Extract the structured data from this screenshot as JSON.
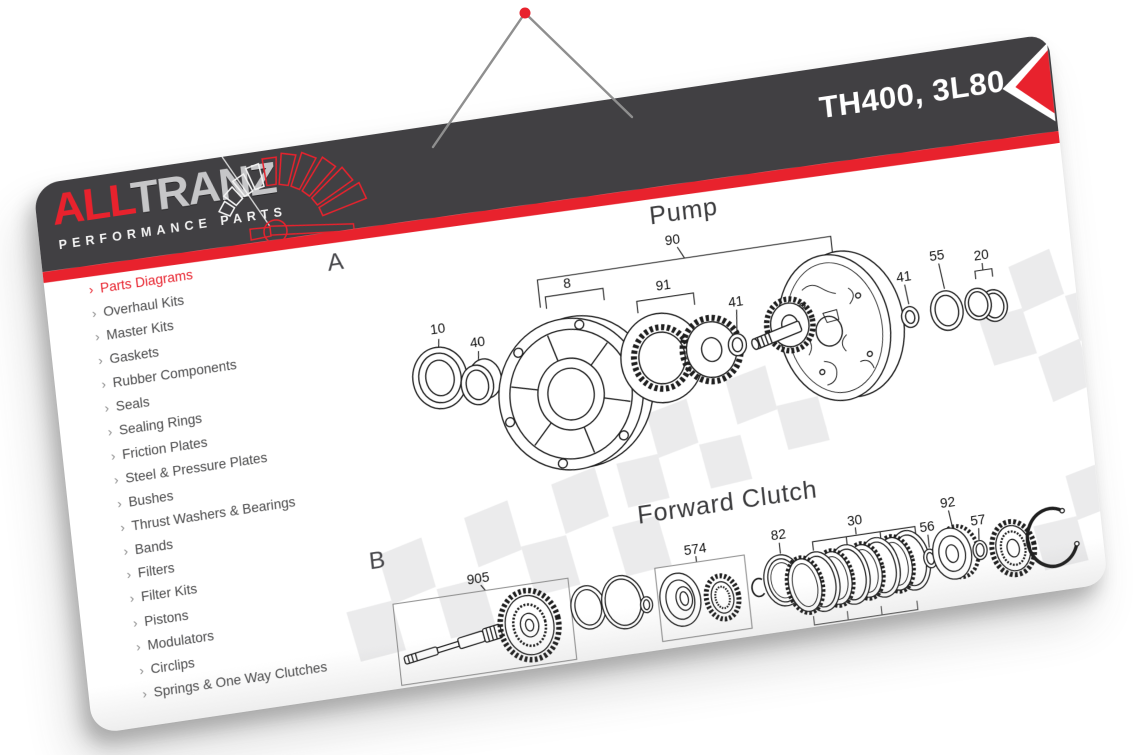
{
  "header": {
    "model_label": "TH400, 3L80",
    "brand": {
      "name_primary": "ALL",
      "name_secondary": "TRANZ",
      "tagline": "PERFORMANCE PARTS"
    }
  },
  "sidebar": {
    "items": [
      {
        "label": "Parts Diagrams",
        "active": true
      },
      {
        "label": "Overhaul Kits",
        "active": false
      },
      {
        "label": "Master Kits",
        "active": false
      },
      {
        "label": "Gaskets",
        "active": false
      },
      {
        "label": "Rubber Components",
        "active": false
      },
      {
        "label": "Seals",
        "active": false
      },
      {
        "label": "Sealing Rings",
        "active": false
      },
      {
        "label": "Friction Plates",
        "active": false
      },
      {
        "label": "Steel & Pressure Plates",
        "active": false
      },
      {
        "label": "Bushes",
        "active": false
      },
      {
        "label": "Thrust Washers & Bearings",
        "active": false
      },
      {
        "label": "Bands",
        "active": false
      },
      {
        "label": "Filters",
        "active": false
      },
      {
        "label": "Filter Kits",
        "active": false
      },
      {
        "label": "Pistons",
        "active": false
      },
      {
        "label": "Modulators",
        "active": false
      },
      {
        "label": "Circlips",
        "active": false
      },
      {
        "label": "Springs & One Way Clutches",
        "active": false
      }
    ]
  },
  "diagrams": [
    {
      "section": "A",
      "title": "Pump",
      "callouts": [
        "10",
        "40",
        "8",
        "90",
        "91",
        "41",
        "41",
        "55",
        "20"
      ]
    },
    {
      "section": "B",
      "title": "Forward Clutch",
      "callouts": [
        "905",
        "574",
        "82",
        "30",
        "56",
        "92",
        "57"
      ]
    }
  ],
  "colors": {
    "accent": "#e8222d",
    "header_bg": "#414043",
    "text_dark": "#4a4a4b"
  }
}
